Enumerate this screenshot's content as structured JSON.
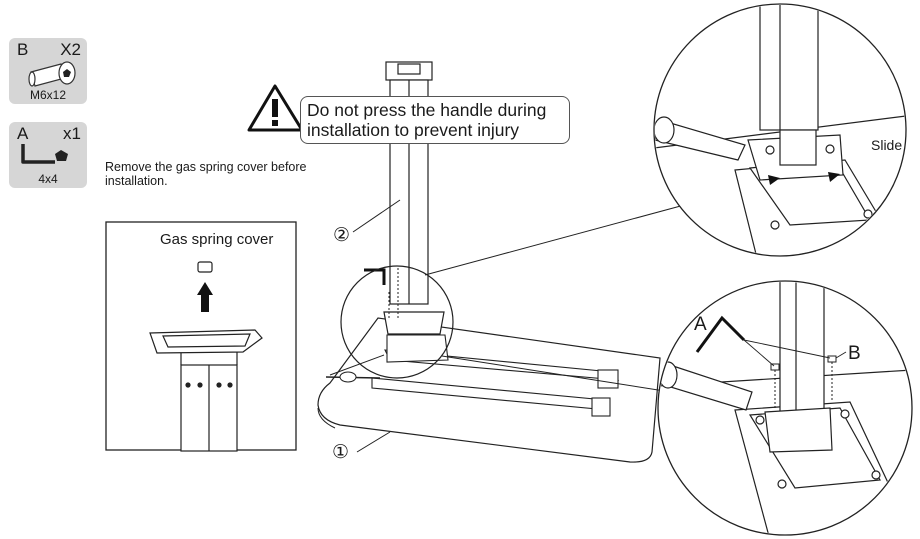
{
  "badges": {
    "screw": {
      "letter": "B",
      "qty": "X2",
      "size": "M6x12",
      "icon": "screw-icon"
    },
    "wrench": {
      "letter": "A",
      "qty": "x1",
      "size": "4x4",
      "icon": "hex-key-icon"
    }
  },
  "note": "Remove the gas spring cover before installation.",
  "warning": "Do not press the handle during installation to prevent injury",
  "inset_label": "Gas spring cover",
  "callouts": {
    "leg": "②",
    "desktop": "①",
    "slide": "Slide",
    "key_label": "A",
    "screw_label": "B"
  }
}
